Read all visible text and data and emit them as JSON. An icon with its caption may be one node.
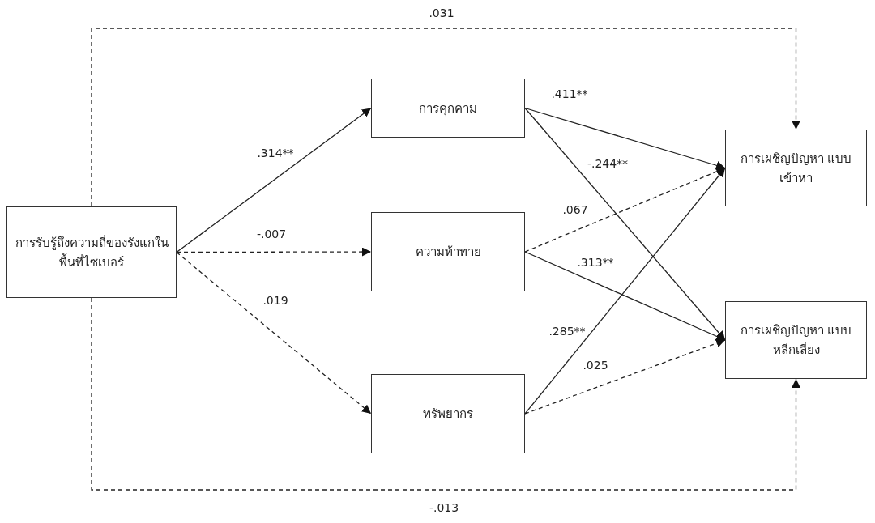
{
  "diagram": {
    "nodes": [
      {
        "text": [
          "การรับรู้ถึงความถี่ของรังแกในพื้นที่ไซเบอร์"
        ]
      },
      {
        "text": [
          "การคุกคาม"
        ]
      },
      {
        "text": [
          "ความท้าทาย"
        ]
      },
      {
        "text": [
          "ทรัพยากร"
        ]
      },
      {
        "text": [
          "การเผชิญปัญหา แบบเข้าหา"
        ]
      },
      {
        "text": [
          "การเผชิญปัญหา แบบหลีกเลี่ยง"
        ]
      }
    ],
    "edges": [
      {
        "from": 0,
        "to": 4,
        "arrow": "to",
        "label": ".031",
        "style": "dashed"
      },
      {
        "from": 0,
        "to": 1,
        "arrow": "to",
        "label": ".314**"
      },
      {
        "from": 0,
        "to": 2,
        "arrow": "to",
        "label": "-.007",
        "style": "dashed"
      },
      {
        "from": 0,
        "to": 3,
        "arrow": "to",
        "label": ".019",
        "style": "dashed"
      },
      {
        "from": 1,
        "to": 4,
        "arrow": "to",
        "label": ".411**"
      },
      {
        "from": 1,
        "to": 5,
        "arrow": "to",
        "label": "-.244**"
      },
      {
        "from": 2,
        "to": 4,
        "arrow": "to",
        "label": ".067",
        "style": "dashed"
      },
      {
        "from": 2,
        "to": 5,
        "arrow": "to",
        "label": ".313**"
      },
      {
        "from": 3,
        "to": 4,
        "arrow": "to",
        "label": ".285**"
      },
      {
        "from": 3,
        "to": 5,
        "arrow": "to",
        "label": ".025",
        "style": "dashed"
      },
      {
        "from": 0,
        "to": 5,
        "arrow": "to",
        "label": "-.013",
        "style": "dashed"
      }
    ]
  }
}
